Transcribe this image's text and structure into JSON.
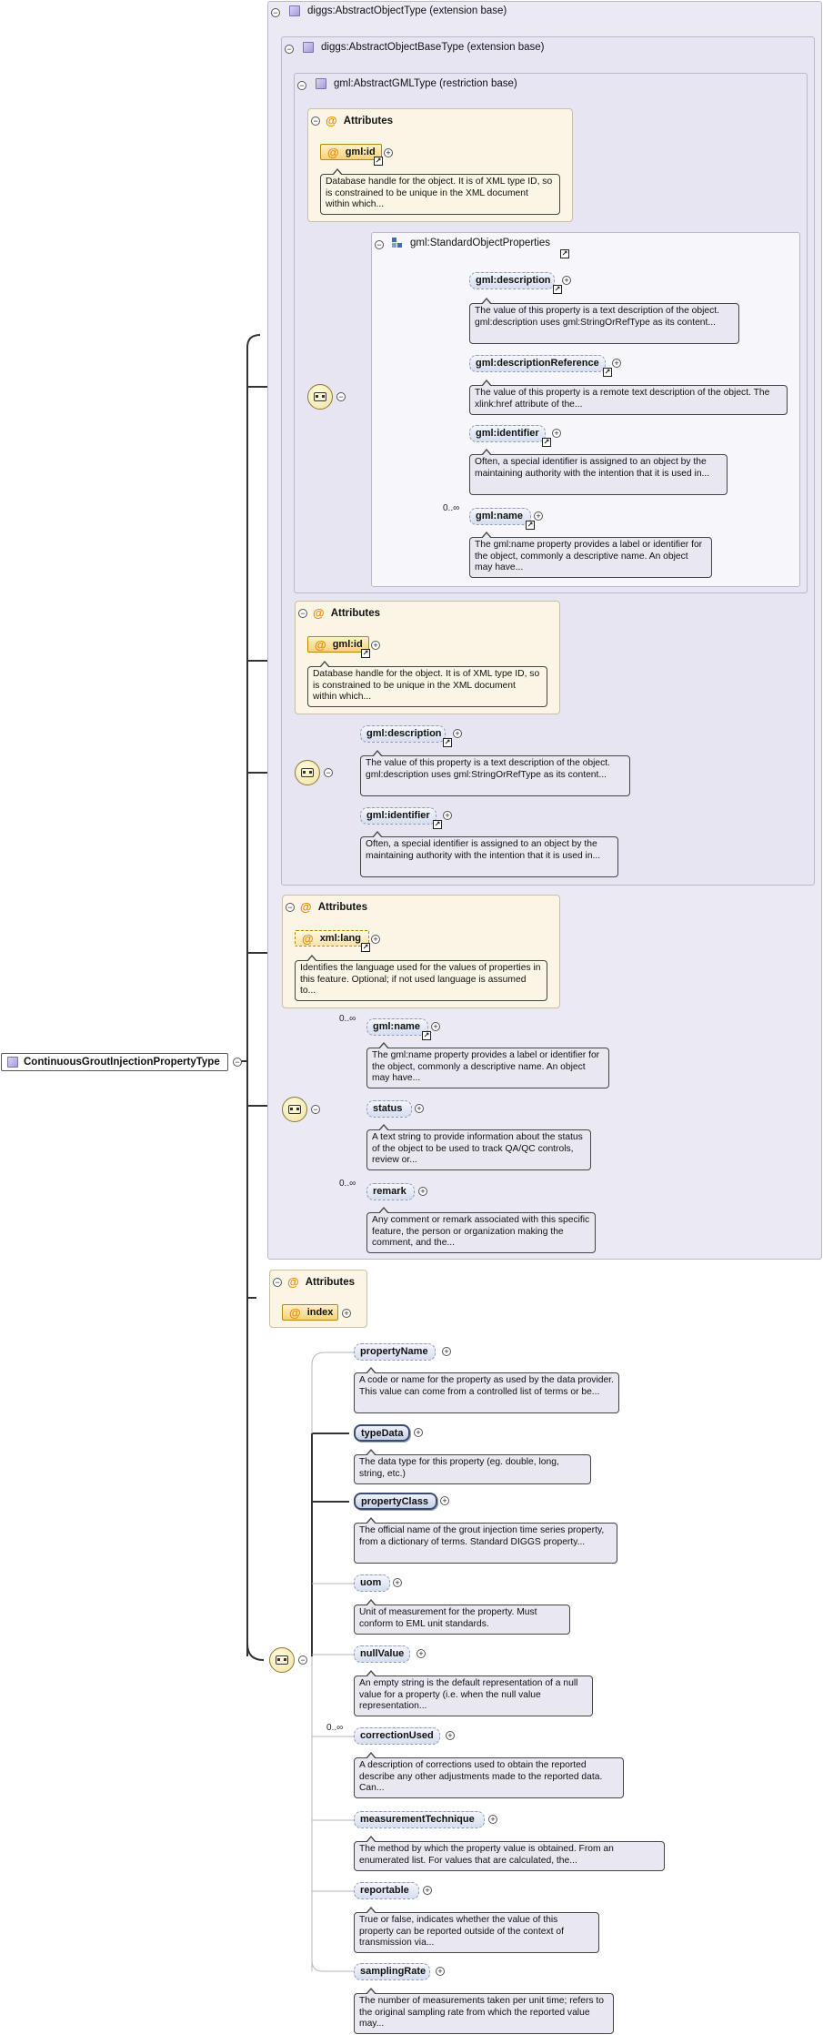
{
  "root": {
    "label": "ContinuousGroutInjectionPropertyType"
  },
  "types": {
    "abstract_object": "diggs:AbstractObjectType (extension base)",
    "abstract_object_base": "diggs:AbstractObjectBaseType (extension base)",
    "abstract_gml": "gml:AbstractGMLType (restriction base)",
    "standard_props": "gml:StandardObjectProperties"
  },
  "attributes_title": "Attributes",
  "gml_attrs": {
    "id_label": "gml:id",
    "id_doc": "Database handle for the object. It is of XML type ID, so is constrained to be unique in the XML document within which..."
  },
  "std": {
    "description": {
      "label": "gml:description",
      "doc": "The value of this property is a text description of the object. gml:description uses gml:StringOrRefType as its content..."
    },
    "descriptionReference": {
      "label": "gml:descriptionReference",
      "doc": "The value of this property is a remote text description of the object. The xlink:href attribute of the..."
    },
    "identifier": {
      "label": "gml:identifier",
      "doc": "Often, a special identifier is assigned to an object by the maintaining authority with the intention that it is used in..."
    },
    "name": {
      "label": "gml:name",
      "card": "0..∞",
      "doc": "The gml:name property provides a label or identifier for the object, commonly a descriptive name. An object may have..."
    }
  },
  "base_attrs": {
    "id_label": "gml:id",
    "id_doc": "Database handle for the object. It is of XML type ID, so is constrained to be unique in the XML document within which..."
  },
  "base_seq": {
    "description": {
      "label": "gml:description",
      "doc": "The value of this property is a text description of the object. gml:description uses gml:StringOrRefType as its content..."
    },
    "identifier": {
      "label": "gml:identifier",
      "doc": "Often, a special identifier is assigned to an object by the maintaining authority with the intention that it is used in..."
    }
  },
  "obj_attrs": {
    "lang_label": "xml:lang",
    "lang_doc": "Identifies the language used for the values of properties in this feature. Optional; if not used language is assumed to..."
  },
  "obj_seq": {
    "name": {
      "label": "gml:name",
      "card": "0..∞",
      "doc": "The gml:name property provides a label or identifier for the object, commonly a descriptive name. An object may have..."
    },
    "status": {
      "label": "status",
      "doc": "A text string to provide information about the status of the object to be used to track QA/QC controls, review or..."
    },
    "remark": {
      "label": "remark",
      "card": "0..∞",
      "doc": "Any comment or remark associated with this specific feature, the person or organization making the comment, and the..."
    }
  },
  "root_attrs": {
    "index_label": "index"
  },
  "props": [
    {
      "label": "propertyName",
      "doc": "A code or name for the property as used by the data provider. This value can come from a controlled list of terms or be..."
    },
    {
      "label": "typeData",
      "doc": "The data type for this property (eg. double, long, string, etc.)"
    },
    {
      "label": "propertyClass",
      "doc": "The official name of the grout injection time series property, from a dictionary of terms. Standard DIGGS property..."
    },
    {
      "label": "uom",
      "doc": "Unit of measurement for the property. Must conform to EML unit standards."
    },
    {
      "label": "nullValue",
      "doc": "An empty string is the default representation of a null value for a property (i.e. when the null value representation..."
    },
    {
      "label": "correctionUsed",
      "card": "0..∞",
      "doc": "A description of corrections used to obtain the reported describe any other adjustments made to the reported data. Can..."
    },
    {
      "label": "measurementTechnique",
      "doc": "The method by which the property value is obtained. From an enumerated list. For values that are calculated, the..."
    },
    {
      "label": "reportable",
      "doc": "True or false, indicates whether the value of this property can be reported outside of the context of transmission via..."
    },
    {
      "label": "samplingRate",
      "doc": "The number of measurements taken per unit time; refers to the original sampling rate from which the reported value may..."
    }
  ]
}
